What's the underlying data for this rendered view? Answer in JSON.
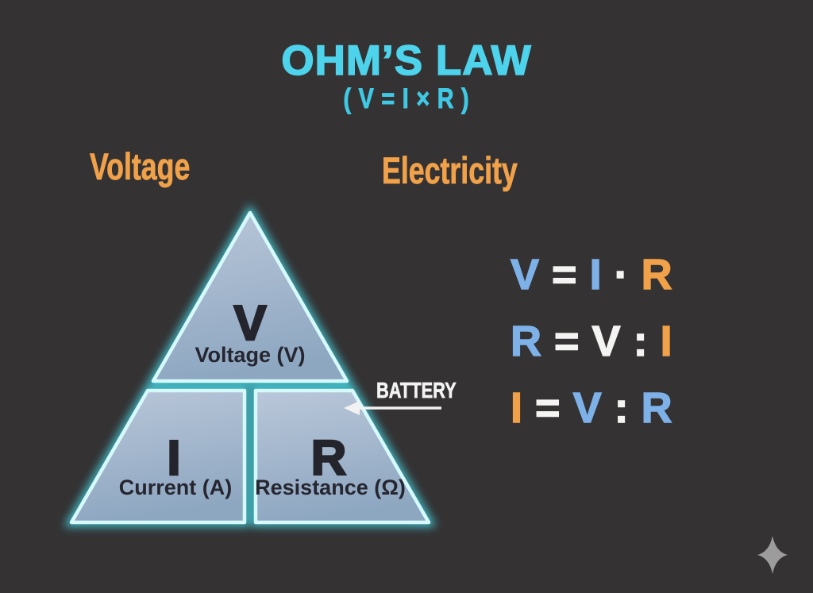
{
  "colors": {
    "background": "#343233",
    "title_cyan": "#4dd3ec",
    "accent_orange": "#f0a149",
    "formula_blue": "#7db1e8",
    "formula_white": "#f4f4f2",
    "triangle_glow": "#45d8e6",
    "triangle_border": "#d6fafb",
    "triangle_fill_top": "#bac7d9",
    "triangle_fill_bottom": "#8ea7c1",
    "dark_letter": "#24242c",
    "sparkle_gray": "#9c9c9c"
  },
  "header": {
    "title": "OHM’S LAW",
    "subtitle": "( V = I × R )"
  },
  "labels": {
    "left": "Voltage",
    "right": "Electricity"
  },
  "triangle": {
    "top": {
      "letter": "V",
      "caption": "Voltage (V)"
    },
    "bottom_left": {
      "letter": "I",
      "caption": "Current (A)"
    },
    "bottom_right": {
      "letter": "R",
      "caption": "Resistance (Ω)"
    }
  },
  "battery": {
    "label": "BATTERY"
  },
  "formulas": [
    {
      "tokens": [
        {
          "t": "V",
          "c": "#7db1e8"
        },
        {
          "t": "=",
          "c": "#f4f4f2"
        },
        {
          "t": "I",
          "c": "#7db1e8"
        },
        {
          "t": "·",
          "c": "#f4f4f2"
        },
        {
          "t": "R",
          "c": "#f0a149"
        }
      ]
    },
    {
      "tokens": [
        {
          "t": "R",
          "c": "#7db1e8"
        },
        {
          "t": "=",
          "c": "#f4f4f2"
        },
        {
          "t": "V",
          "c": "#f4f4f2"
        },
        {
          "t": ":",
          "c": "#f4f4f2"
        },
        {
          "t": "I",
          "c": "#f0a149"
        }
      ]
    },
    {
      "tokens": [
        {
          "t": "I",
          "c": "#f0a149"
        },
        {
          "t": "=",
          "c": "#f4f4f2"
        },
        {
          "t": "V",
          "c": "#7db1e8"
        },
        {
          "t": ":",
          "c": "#f4f4f2"
        },
        {
          "t": "R",
          "c": "#7db1e8"
        }
      ]
    }
  ],
  "decoration": {
    "sparkle_icon": "four-point-star",
    "sparkle_color": "#9c9c9c"
  }
}
